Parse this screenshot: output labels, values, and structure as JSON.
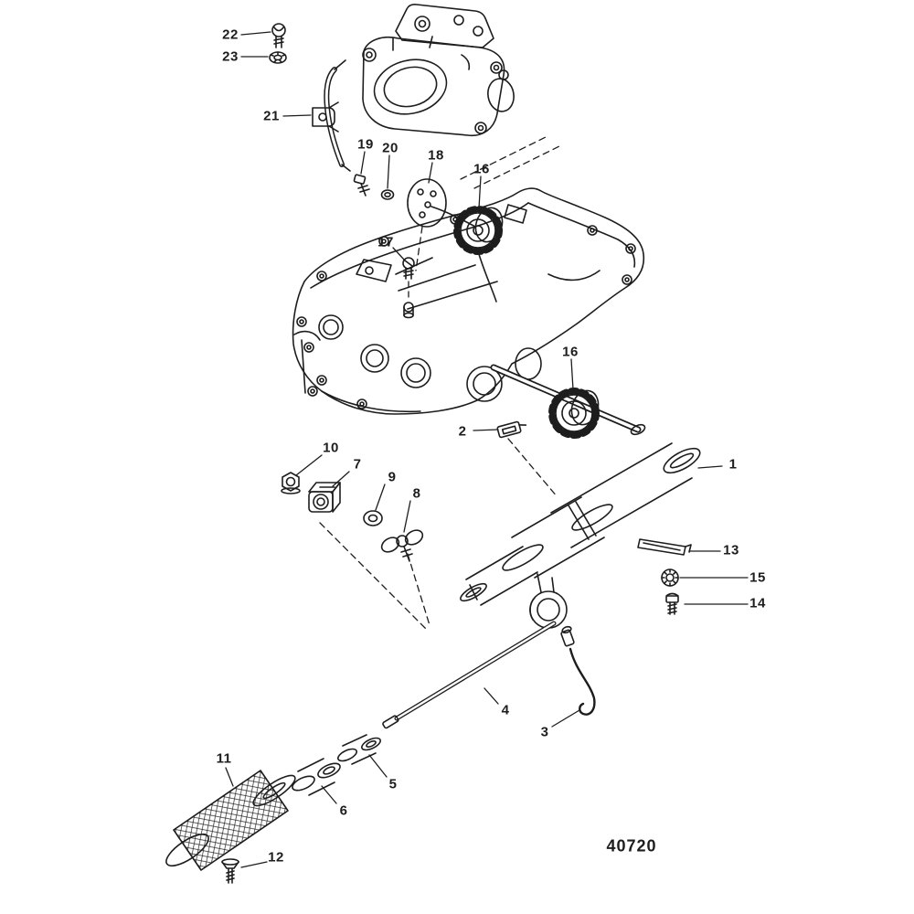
{
  "diagram": {
    "figure_number": "40720",
    "callouts": [
      "22",
      "23",
      "21",
      "19",
      "20",
      "18",
      "16",
      "17",
      "16",
      "2",
      "1",
      "10",
      "7",
      "9",
      "8",
      "13",
      "15",
      "14",
      "4",
      "3",
      "5",
      "6",
      "11",
      "12"
    ],
    "colors": {
      "ink": "#1d1d1d",
      "background": "#ffffff"
    }
  }
}
